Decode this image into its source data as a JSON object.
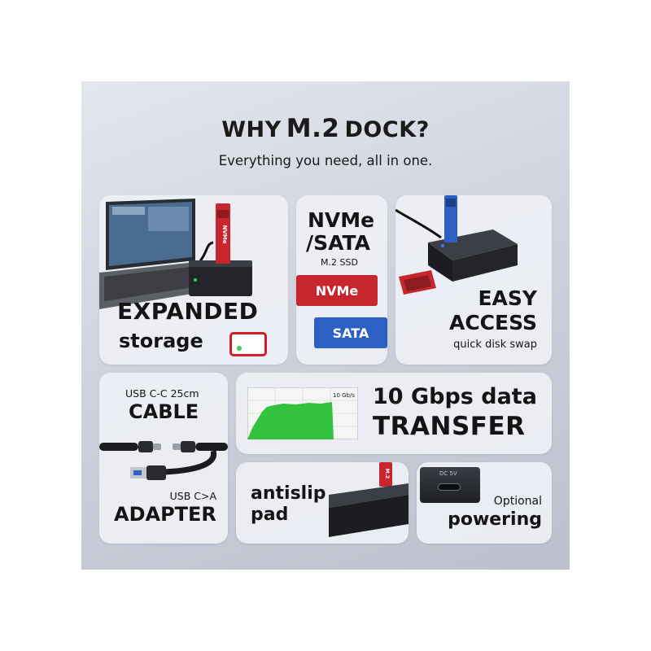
{
  "header": {
    "title_prefix": "WHY",
    "title_main": "M.2",
    "title_suffix": "DOCK?",
    "subtitle": "Everything you need, all in one."
  },
  "cards": {
    "expanded": {
      "line1": "EXPANDED",
      "line2": "storage"
    },
    "nvme": {
      "line1": "NVMe",
      "line2": "/SATA",
      "line3": "M.2 SSD",
      "badge_nvme": "NVMe",
      "badge_sata": "SATA"
    },
    "access": {
      "line1": "EASY",
      "line2": "ACCESS",
      "line3": "quick disk swap"
    },
    "cable": {
      "line1": "USB C-C 25cm",
      "line2": "CABLE",
      "line3": "USB C>A",
      "line4": "ADAPTER"
    },
    "transfer": {
      "line1": "10 Gbps data",
      "line2": "TRANSFER",
      "graph_label": "10 Gb/s"
    },
    "antislip": {
      "line1": "antislip",
      "line2": "pad",
      "label_model": "M.2"
    },
    "power": {
      "line1": "Optional",
      "line2": "powering",
      "port_label": "DC 5V"
    }
  },
  "colors": {
    "ssd_red": "#c8262f",
    "ssd_blue": "#2d5fc4",
    "graph_green": "#33c23d",
    "dock_dark": "#1d1f24"
  }
}
